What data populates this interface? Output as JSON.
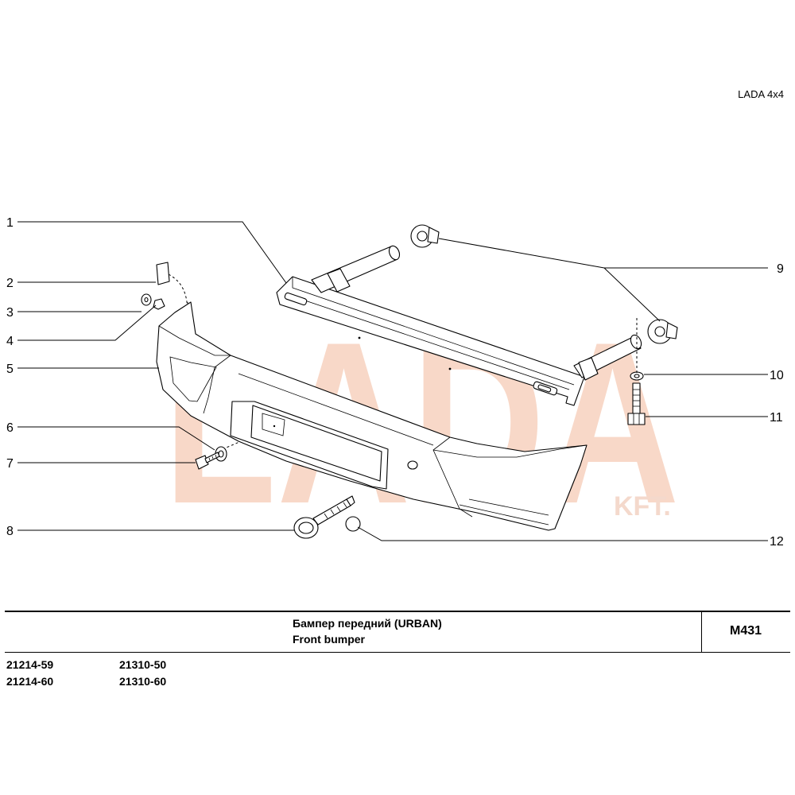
{
  "header": {
    "brand": "LADA 4x4"
  },
  "watermark": {
    "main": "LADA",
    "sub": "KFT."
  },
  "callouts": [
    "1",
    "2",
    "3",
    "4",
    "5",
    "6",
    "7",
    "8",
    "9",
    "10",
    "11",
    "12"
  ],
  "title_block": {
    "title_ru": "Бампер передний  (URBAN)",
    "title_en": "Front bumper",
    "code": "M431"
  },
  "models": [
    "21214-59",
    "21310-50",
    "21214-60",
    "21310-60"
  ],
  "colors": {
    "watermark": "#f7d2bf",
    "line": "#000000"
  }
}
